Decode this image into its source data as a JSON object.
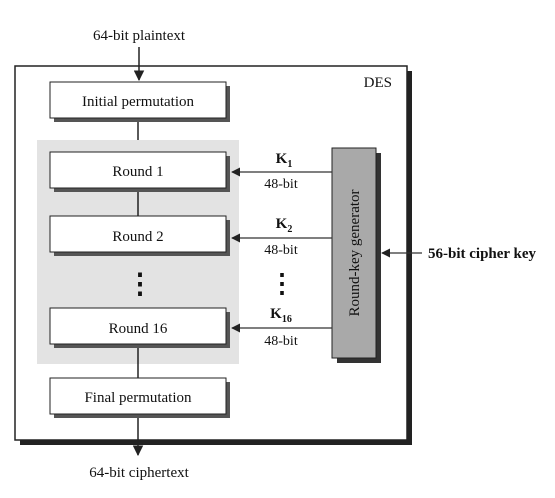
{
  "diagram": {
    "input_label": "64-bit plaintext",
    "output_label": "64-bit ciphertext",
    "system_label": "DES",
    "initial_permutation": "Initial permutation",
    "final_permutation": "Final permutation",
    "rounds": [
      {
        "label": "Round 1",
        "key": "K",
        "key_sub": "1",
        "key_bits": "48-bit"
      },
      {
        "label": "Round 2",
        "key": "K",
        "key_sub": "2",
        "key_bits": "48-bit"
      },
      {
        "label": "Round 16",
        "key": "K",
        "key_sub": "16",
        "key_bits": "48-bit"
      }
    ],
    "round_key_generator": "Round-key generator",
    "cipher_key_label": "56-bit cipher key",
    "ellipsis": "⋮"
  },
  "colors": {
    "rounds_panel": "#e3e3e3",
    "generator_fill": "#a9a9a9",
    "box_fill": "#ffffff",
    "frame_stroke": "#222222",
    "arrow_stroke": "#333333"
  }
}
